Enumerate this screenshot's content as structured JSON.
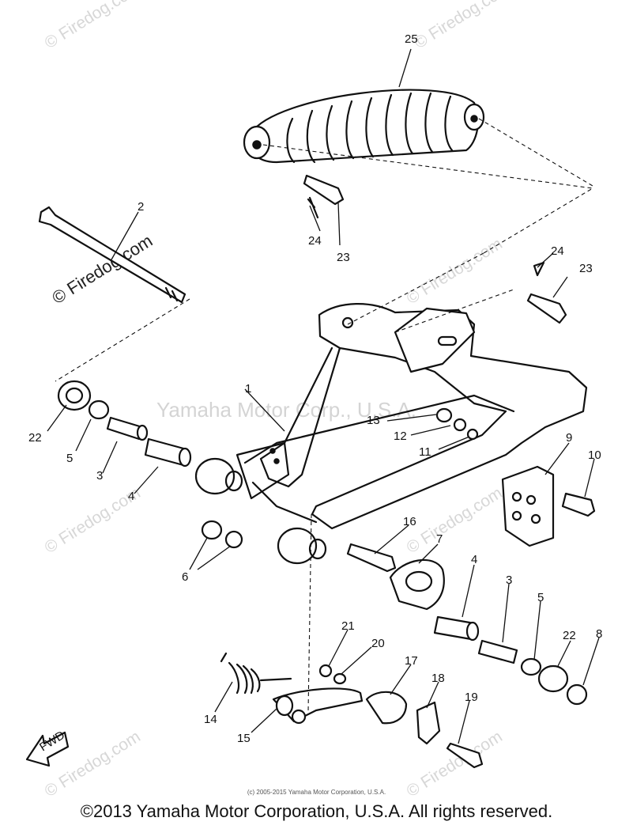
{
  "diagram": {
    "watermark": "© Firedog.com",
    "center_watermark": "Yamaha Motor Corp., U.S.A.",
    "fwd_label": "FWD",
    "callouts": {
      "c1": "1",
      "c2": "2",
      "c3a": "3",
      "c3b": "3",
      "c4a": "4",
      "c4b": "4",
      "c5a": "5",
      "c5b": "5",
      "c6": "6",
      "c7": "7",
      "c8": "8",
      "c9": "9",
      "c10": "10",
      "c11": "11",
      "c12": "12",
      "c13": "13",
      "c14": "14",
      "c15": "15",
      "c16": "16",
      "c17": "17",
      "c18": "18",
      "c19": "19",
      "c20": "20",
      "c21": "21",
      "c22a": "22",
      "c22b": "22",
      "c23a": "23",
      "c23b": "23",
      "c24a": "24",
      "c24b": "24",
      "c25": "25"
    }
  },
  "footer": {
    "small_copyright": "(c) 2005-2015 Yamaha Motor Corporation, U.S.A.",
    "copyright": "©2013 Yamaha Motor Corporation, U.S.A. All rights reserved."
  }
}
